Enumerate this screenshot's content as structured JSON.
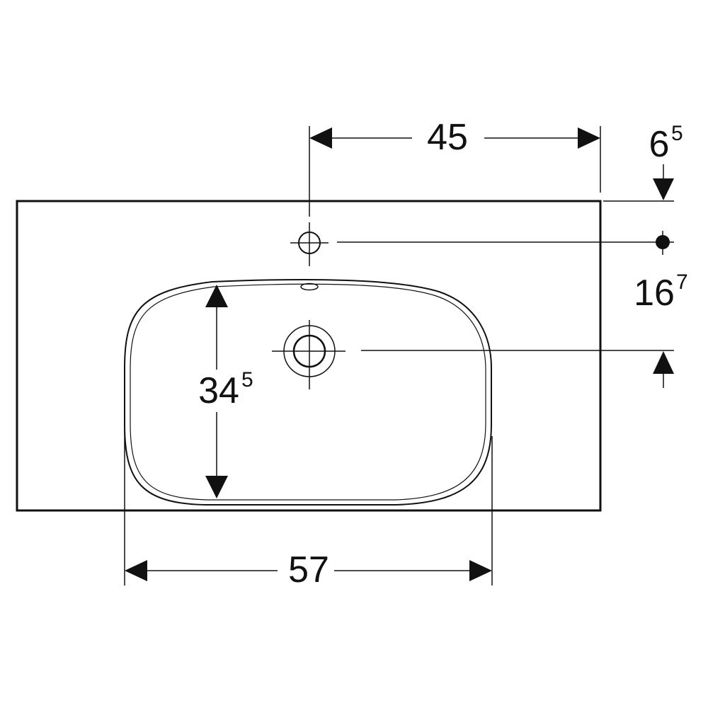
{
  "dimensions": {
    "top_width": {
      "main": "45",
      "sup": ""
    },
    "top_offset": {
      "main": "6",
      "sup": "5"
    },
    "hole_spacing": {
      "main": "16",
      "sup": "7"
    },
    "basin_depth": {
      "main": "34",
      "sup": "5"
    },
    "basin_width": {
      "main": "57",
      "sup": ""
    }
  },
  "colors": {
    "line": "#111111",
    "background": "#ffffff"
  }
}
